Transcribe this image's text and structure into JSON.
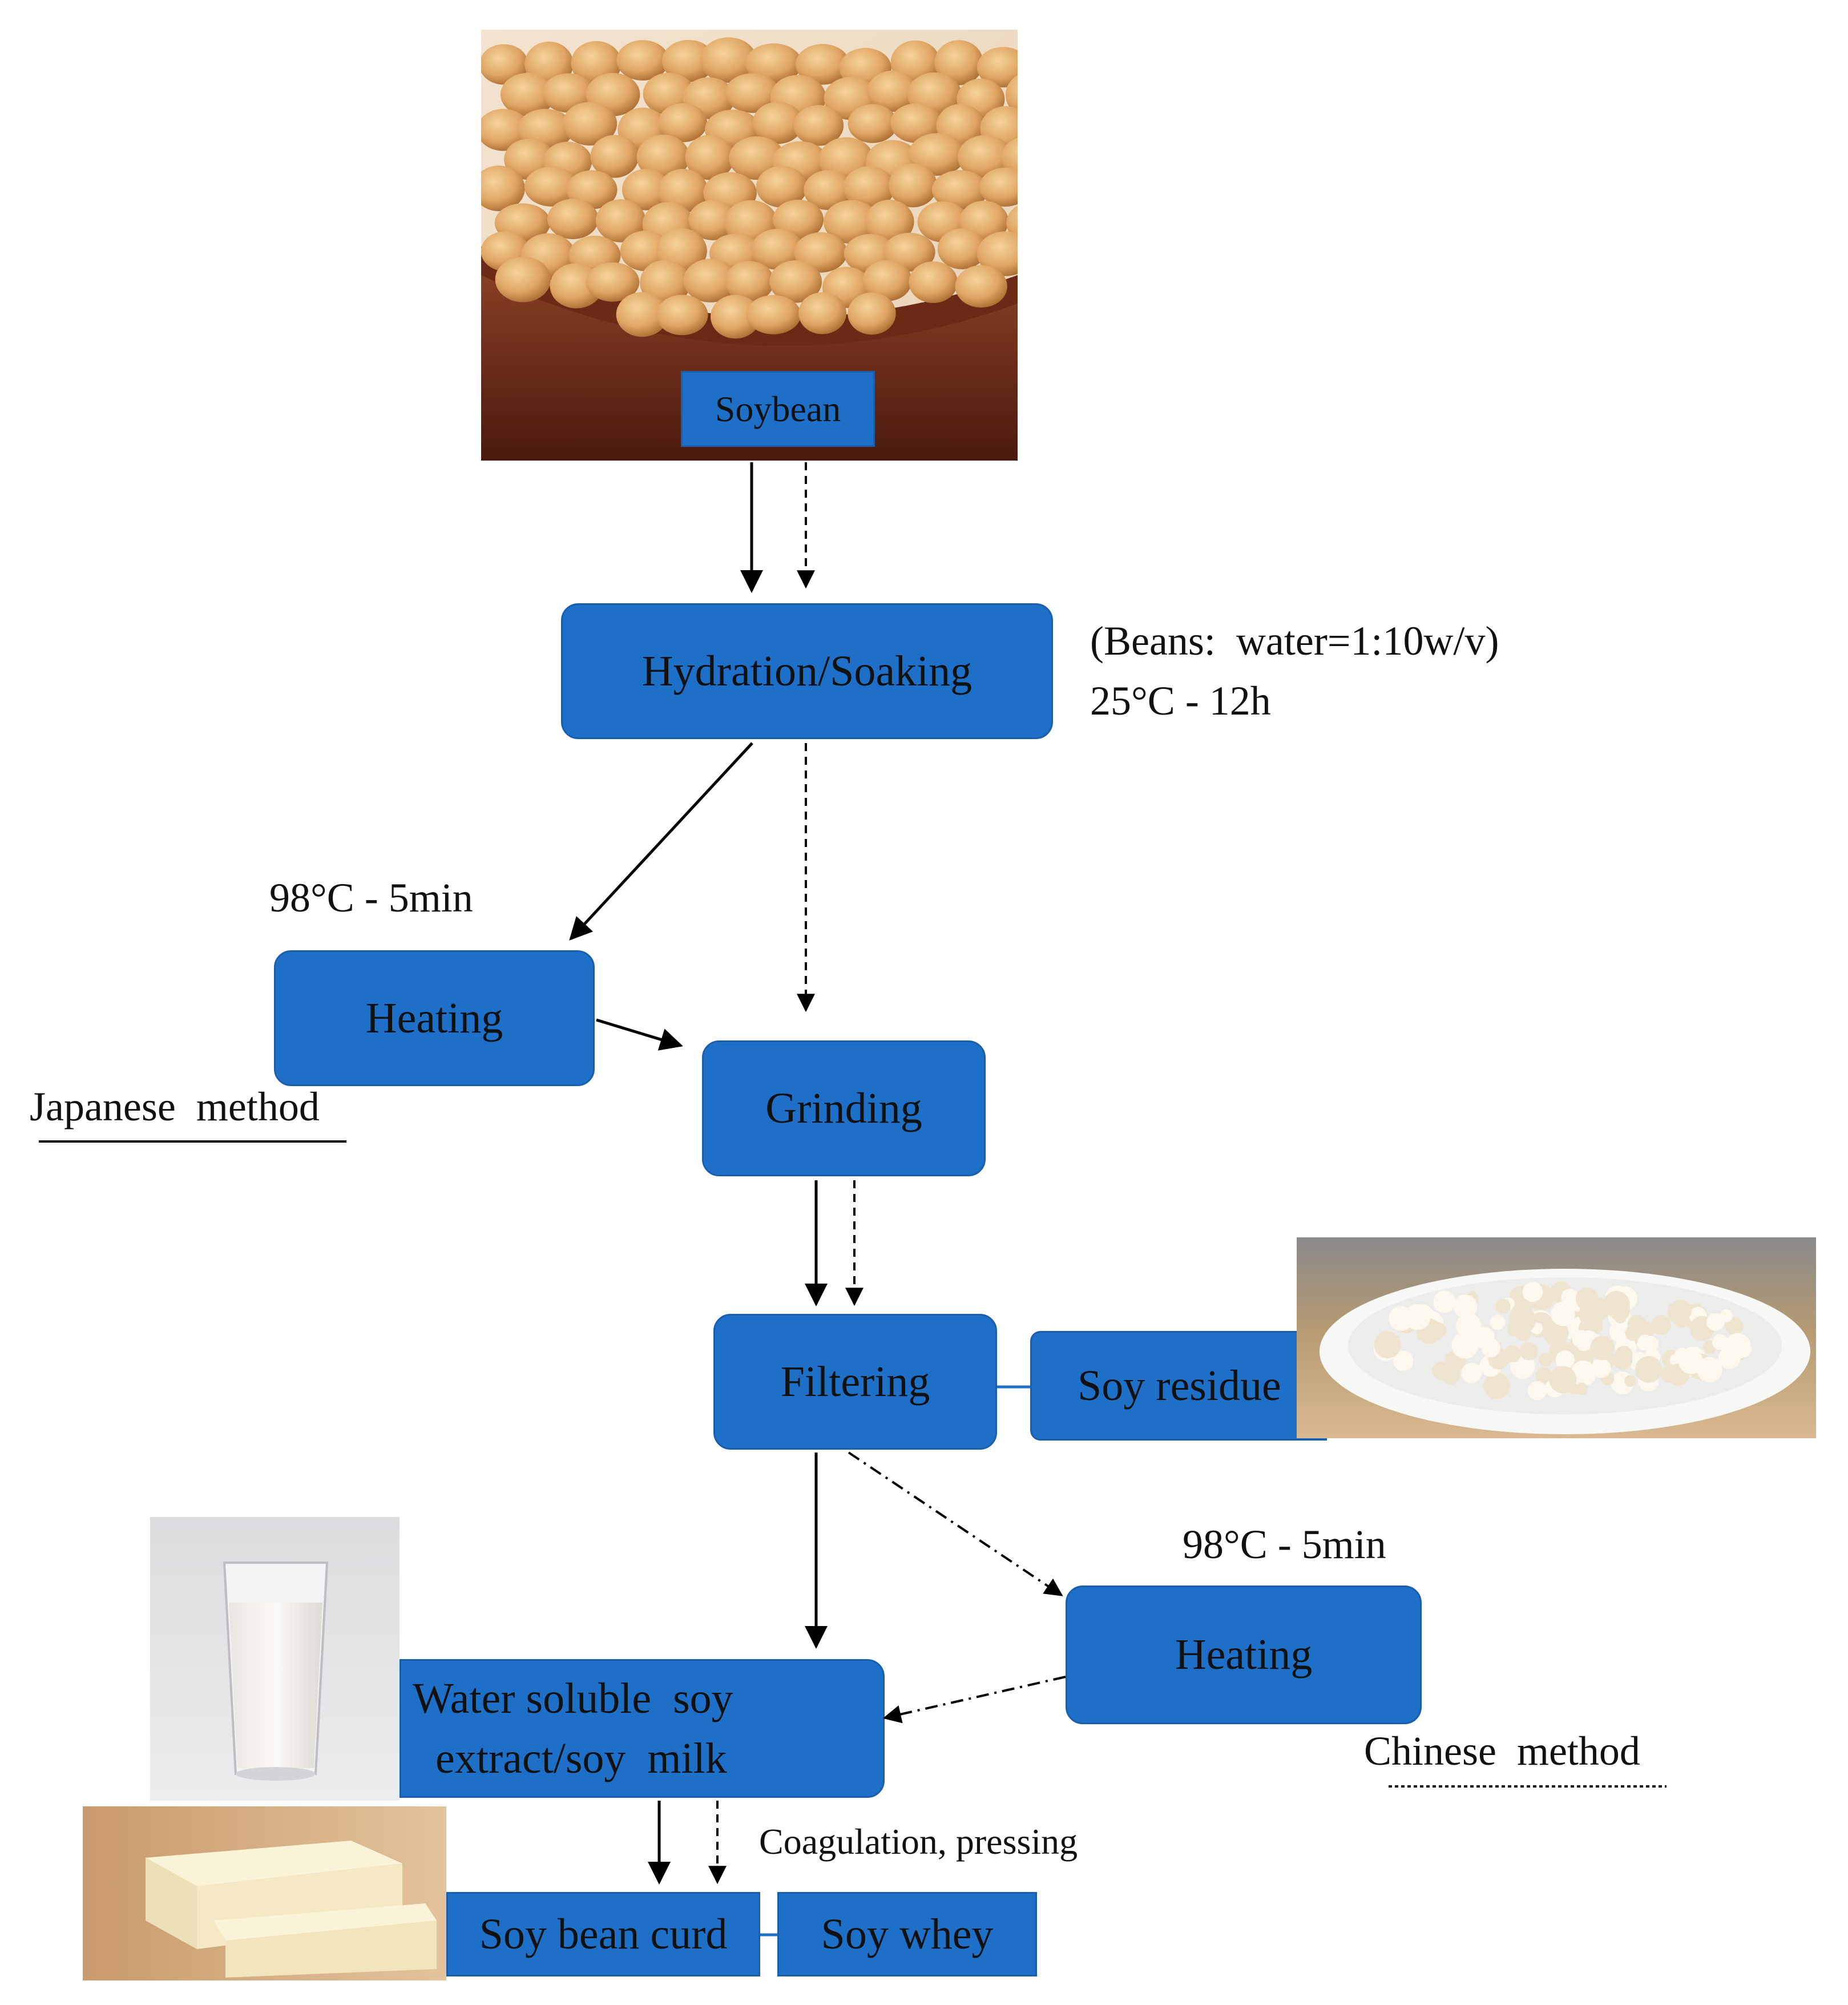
{
  "nodes": {
    "soybean": "Soybean",
    "hydration": "Hydration/Soaking",
    "heating_japanese": "Heating",
    "grinding": "Grinding",
    "filtering": "Filtering",
    "soy_residue": "Soy residue",
    "heating_chinese": "Heating",
    "soy_milk_line1": "Water soluble  soy",
    "soy_milk_line2": "extract/soy  milk",
    "soy_bean_curd": "Soy bean curd",
    "soy_whey": "Soy whey"
  },
  "annotations": {
    "soak_ratio": "(Beans:  water=1:10w/v)",
    "soak_condition": "25°C - 12h",
    "heat_japanese": "98°C - 5min",
    "method_japanese": "Japanese  method",
    "heat_chinese": "98°C - 5min",
    "method_chinese": "Chinese  method",
    "coagulation": "Coagulation, pressing"
  },
  "colors": {
    "box_fill": "#1e6fc8",
    "box_border": "#1a5fae",
    "text": "#111111",
    "arrow": "#000000"
  },
  "icons": [
    "soybean-bowl-photo",
    "okara-plate-photo",
    "milk-glass-photo",
    "tofu-block-photo"
  ]
}
